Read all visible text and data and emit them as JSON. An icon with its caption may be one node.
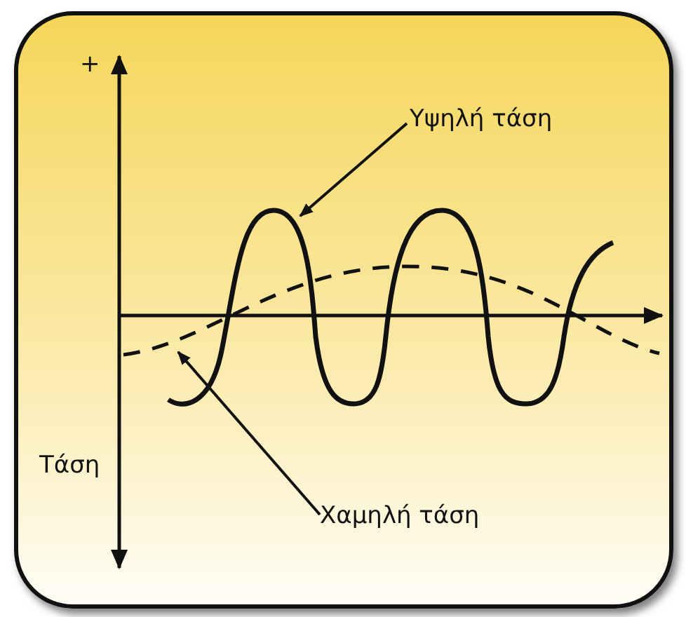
{
  "diagram": {
    "nodes": [
      {
        "text": [
          "Υψηλή τάση"
        ]
      },
      {
        "text": [],
        "shape": "line"
      },
      {
        "text": [
          "Χαμηλή τάση"
        ]
      },
      {
        "text": [],
        "shape": "line"
      }
    ],
    "edges": [
      {
        "from": 0,
        "to": 1,
        "arrow": "to"
      },
      {
        "from": 2,
        "to": 3,
        "arrow": "to"
      }
    ],
    "labels": [
      "+",
      "Τάση"
    ]
  }
}
